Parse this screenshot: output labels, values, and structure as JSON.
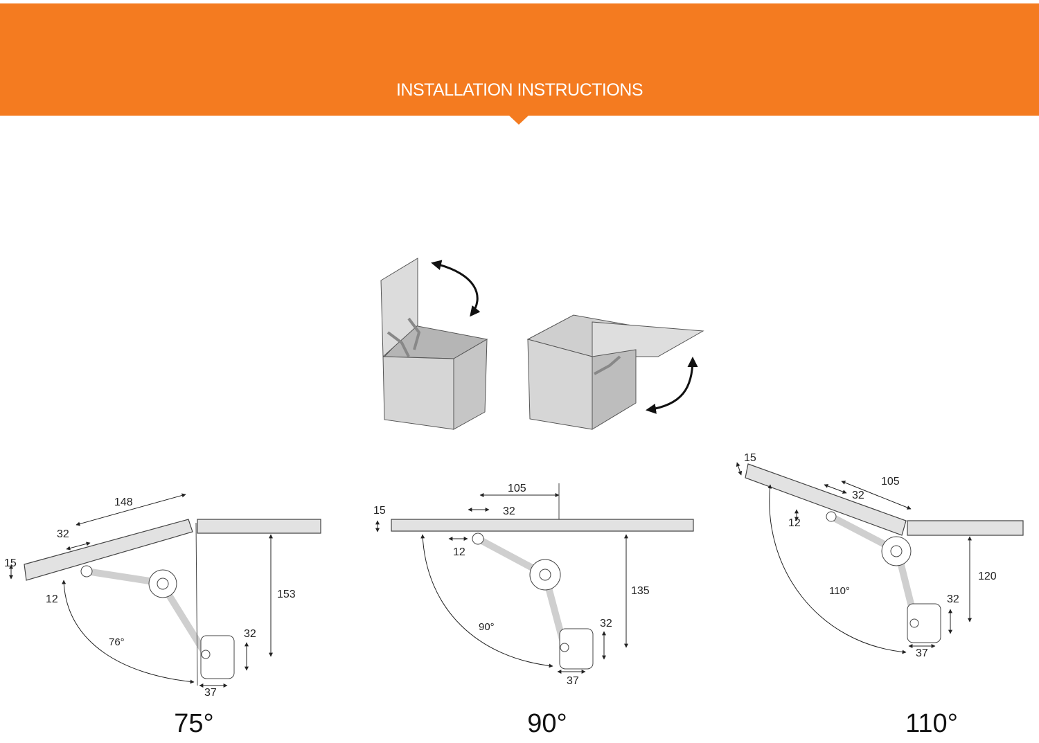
{
  "header": {
    "title": "INSTALLATION INSTRUCTIONS",
    "background_color": "#f47b20",
    "text_color": "#ffffff"
  },
  "colors": {
    "board_fill": "#e2e2e2",
    "box_face": "#d4d4d4",
    "box_inner": "#b8b8b8",
    "line": "#333333"
  },
  "diagrams": [
    {
      "angle_caption": "75°",
      "opening_angle": "76°",
      "dims": {
        "lid_length": "148",
        "offset": "32",
        "thickness": "15",
        "arm_gap": "12",
        "height": "153",
        "base_height": "32",
        "base_width": "37"
      }
    },
    {
      "angle_caption": "90°",
      "opening_angle": "90°",
      "dims": {
        "lid_length": "105",
        "offset": "32",
        "thickness": "15",
        "arm_gap": "12",
        "height": "135",
        "base_height": "32",
        "base_width": "37"
      }
    },
    {
      "angle_caption": "110°",
      "opening_angle": "110°",
      "dims": {
        "lid_length": "105",
        "offset": "32",
        "thickness": "15",
        "arm_gap": "12",
        "height": "120",
        "base_height": "32",
        "base_width": "37"
      }
    }
  ]
}
